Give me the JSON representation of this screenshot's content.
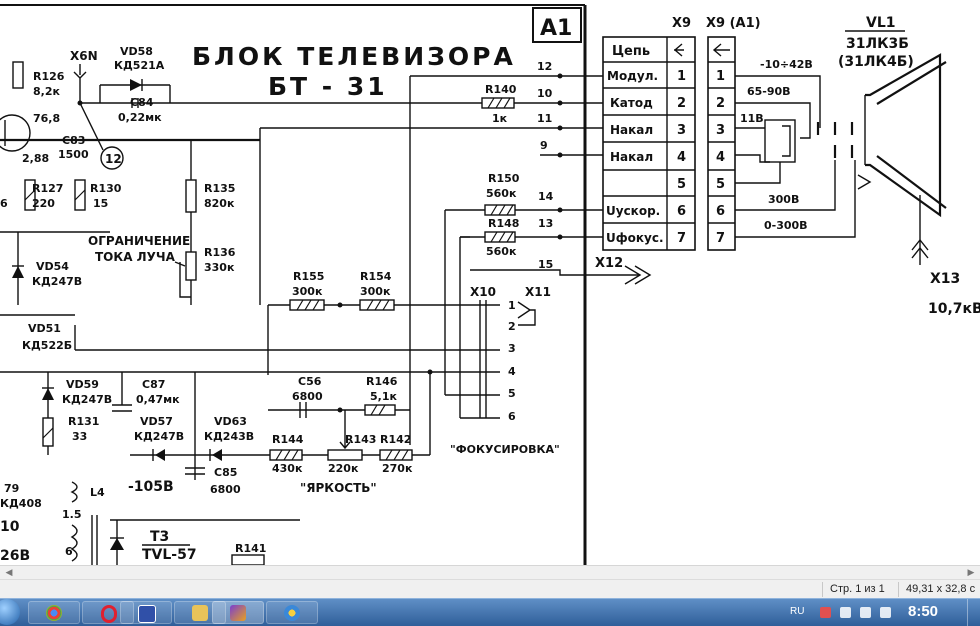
{
  "schematic": {
    "title_line1": "БЛОК ТЕЛЕВИЗОРА",
    "title_line2": "БТ - 31",
    "block_id": "A1",
    "connector_x9_label": "X9",
    "connector_x9a1_label": "X9 (A1)",
    "tube_label": "VL1",
    "tube_model1": "31ЛК3Б",
    "tube_model2": "(31ЛК4Б)",
    "x6n": "X6N",
    "vd58": "VD58",
    "vd58_type": "КД521А",
    "c84": "C84",
    "c84_val": "0,22мк",
    "r126": "R126",
    "r126_val": "8,2к",
    "v768": "76,8",
    "c83": "C83",
    "c83_val": "1500",
    "node12": "12",
    "v288": "2,88",
    "r127": "R127",
    "r127_val": "220",
    "r130": "R130",
    "r130_val": "15",
    "left6": "6",
    "r135": "R135",
    "r135_val": "820к",
    "r136": "R136",
    "r136_val": "330к",
    "limit_l1": "ОГРАНИЧЕНИЕ",
    "limit_l2": "ТОКА ЛУЧА",
    "vd54": "VD54",
    "vd54_type": "КД247В",
    "vd51": "VD51",
    "vd51_type": "КД522Б",
    "r140": "R140",
    "r140_val": "1к",
    "r150": "R150",
    "r150_val": "560к",
    "r148": "R148",
    "r148_val": "560к",
    "r155": "R155",
    "r155_val": "300к",
    "r154": "R154",
    "r154_val": "300к",
    "x10": "X10",
    "x11": "X11",
    "x12": "X12",
    "x13": "X13",
    "hv": "10,7кВ",
    "vd59": "VD59",
    "vd59_type": "КД247В",
    "c87": "C87",
    "c87_val": "0,47мк",
    "r131": "R131",
    "r131_val": "33",
    "vd57": "VD57",
    "vd57_type": "КД247В",
    "vd63": "VD63",
    "vd63_type": "КД243В",
    "c85": "C85",
    "c85_val": "6800",
    "c56": "C56",
    "c56_val": "6800",
    "r146": "R146",
    "r146_val": "5,1к",
    "r144": "R144",
    "r144_val": "430к",
    "r143": "R143",
    "r143_val": "220к",
    "r142": "R142",
    "r142_val": "270к",
    "v105": "-105В",
    "brightness": "\"ЯРКОСТЬ\"",
    "focusing": "\"ФОКУСИРОВКА\"",
    "l4": "L4",
    "t3": "T3",
    "t3_type": "TVL-57",
    "r141": "R141",
    "frag79": "79",
    "frag4408": "КД408",
    "frag10": "10",
    "frag268": "26В",
    "frag15": "1.5",
    "frag6b": "6",
    "tube_v1": "-10÷42В",
    "tube_v2": "65-90В",
    "tube_v3": "11В",
    "tube_v4": "300В",
    "tube_v5": "0-300В",
    "pin_header": "Цепь",
    "pin_names": [
      "Модул.",
      "Катод",
      "Накал",
      "Накал",
      "",
      "Uускор.",
      "Uфокус."
    ],
    "pin_nums": [
      "1",
      "2",
      "3",
      "4",
      "5",
      "6",
      "7"
    ],
    "board_nums": [
      "12",
      "10",
      "11",
      "9",
      "14",
      "13",
      "15"
    ],
    "x10_pins": [
      "1",
      "2",
      "3",
      "4",
      "5",
      "6"
    ]
  },
  "viewer": {
    "page_status": "Стр. 1 из 1",
    "size_status": "49,31 x 32,8 с"
  },
  "taskbar": {
    "lang": "RU",
    "clock": "8:50",
    "buttons": [
      "chrome",
      "opera",
      "floppy",
      "folder",
      "viewer",
      "paint"
    ]
  },
  "colors": {
    "taskbar": "#2f5e99",
    "status_bg": "#f0f0f0",
    "ink": "#111111"
  }
}
